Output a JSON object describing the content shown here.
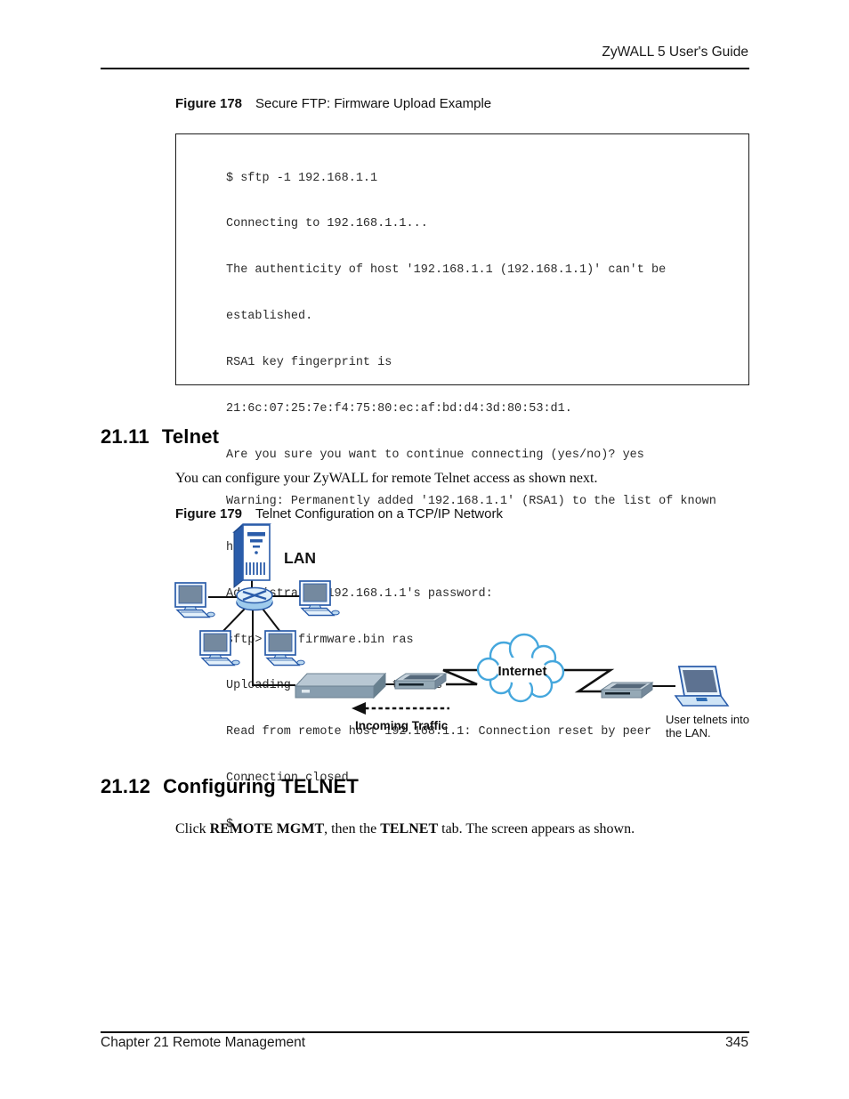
{
  "header": {
    "title": "ZyWALL 5 User's Guide"
  },
  "figure_178": {
    "label": "Figure 178",
    "title": "Secure FTP: Firmware Upload Example"
  },
  "code_block": {
    "lines": [
      "$ sftp -1 192.168.1.1",
      "Connecting to 192.168.1.1...",
      "The authenticity of host '192.168.1.1 (192.168.1.1)' can't be",
      "established.",
      "RSA1 key fingerprint is",
      "21:6c:07:25:7e:f4:75:80:ec:af:bd:d4:3d:80:53:d1.",
      "Are you sure you want to continue connecting (yes/no)? yes",
      "Warning: Permanently added '192.168.1.1' (RSA1) to the list of known",
      "hosts.",
      "Administrator@192.168.1.1's password:",
      "sftp> put firmware.bin ras",
      "Uploading firmware.bin to /ras",
      "Read from remote host 192.168.1.1: Connection reset by peer",
      "Connection closed",
      "$"
    ]
  },
  "section_21_11": {
    "number": "21.11",
    "title": "Telnet",
    "body": "You can configure your ZyWALL for remote Telnet access as shown next."
  },
  "figure_179": {
    "label": "Figure 179",
    "title": "Telnet Configuration on a TCP/IP Network"
  },
  "diagram": {
    "lan_label": "LAN",
    "internet_label": "Internet",
    "incoming_traffic_label": "Incoming Traffic",
    "user_note_line1": "User telnets into",
    "user_note_line2": "the LAN."
  },
  "section_21_12": {
    "number": "21.12",
    "title": "Configuring TELNET",
    "body_parts": {
      "p1": "Click ",
      "b1": "REMOTE MGMT",
      "p2": ", then the ",
      "b2": "TELNET",
      "p3": " tab. The screen appears as shown."
    }
  },
  "footer": {
    "left": "Chapter 21 Remote Management",
    "page_number": "345"
  },
  "colors": {
    "device_blue": "#2a5caa",
    "cloud_stroke": "#45a7dd",
    "device_gray": "#879dae",
    "text": "#111111"
  }
}
